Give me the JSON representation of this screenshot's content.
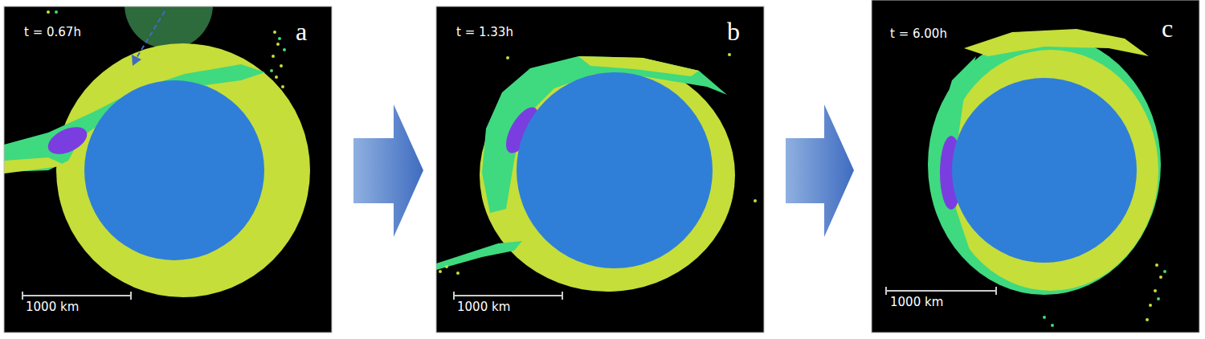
{
  "diagram": {
    "labels": [
      "t = 0.67h",
      "a",
      "1000 km",
      "t = 1.33h",
      "b",
      "1000 km",
      "t = 6.00h",
      "c",
      "1000 km"
    ]
  }
}
